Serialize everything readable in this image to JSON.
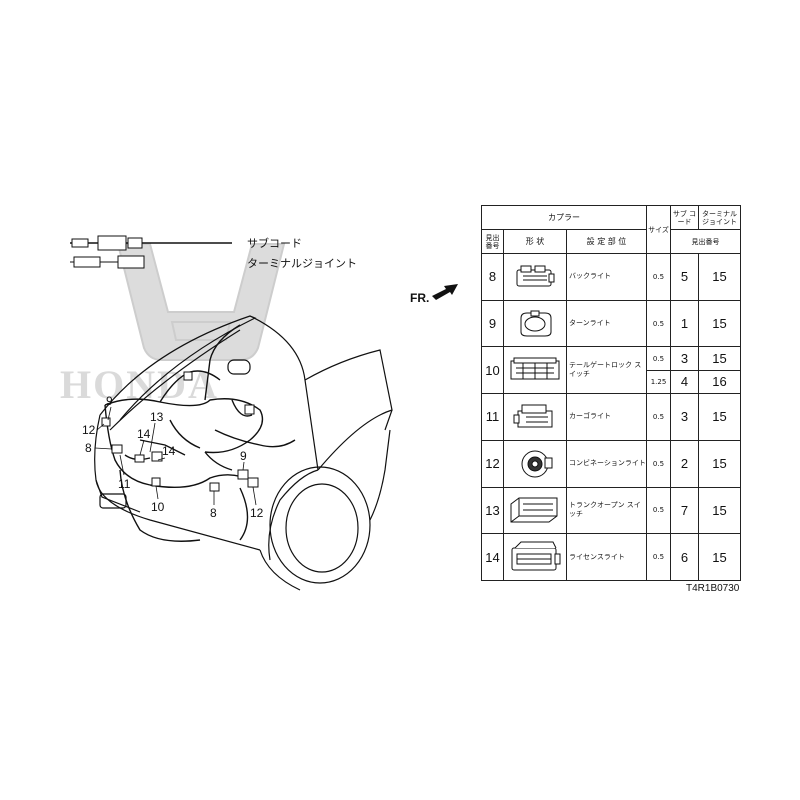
{
  "legend": {
    "sub_cord": "サブコード",
    "terminal_joint": "ターミナルジョイント"
  },
  "watermark": {
    "brand": "HONDA"
  },
  "direction_label": "FR.",
  "callouts": [
    "9",
    "12",
    "8",
    "11",
    "13",
    "14",
    "14",
    "10",
    "9",
    "8",
    "12"
  ],
  "table": {
    "header": {
      "coupler": "カプラー",
      "size": "サイズ",
      "sub_cord": "サブ コード",
      "terminal_joint": "ターミナル ジョイント",
      "ref_no": "見出 番号",
      "shape": "形 状",
      "install_location": "設 定 部 位",
      "ref_no2": "見出番号"
    },
    "rows": [
      {
        "no": "8",
        "location": "バックライト",
        "lines": [
          {
            "size": "0.5",
            "sub": "5",
            "joint": "15"
          }
        ],
        "shape_icon": "coupler-connector-icon"
      },
      {
        "no": "9",
        "location": "ターンライト",
        "lines": [
          {
            "size": "0.5",
            "sub": "1",
            "joint": "15"
          }
        ],
        "shape_icon": "round-connector-icon"
      },
      {
        "no": "10",
        "location": "テールゲートロック スイッチ",
        "lines": [
          {
            "size": "0.5",
            "sub": "3",
            "joint": "15"
          },
          {
            "size": "1.25",
            "sub": "4",
            "joint": "16"
          }
        ],
        "shape_icon": "wide-connector-icon"
      },
      {
        "no": "11",
        "location": "カーゴライト",
        "lines": [
          {
            "size": "0.5",
            "sub": "3",
            "joint": "15"
          }
        ],
        "shape_icon": "stepped-connector-icon"
      },
      {
        "no": "12",
        "location": "コンビネーションライト",
        "lines": [
          {
            "size": "0.5",
            "sub": "2",
            "joint": "15"
          }
        ],
        "shape_icon": "socket-connector-icon"
      },
      {
        "no": "13",
        "location": "トランクオープン スイッチ",
        "lines": [
          {
            "size": "0.5",
            "sub": "7",
            "joint": "15"
          }
        ],
        "shape_icon": "flat-connector-icon"
      },
      {
        "no": "14",
        "location": "ライセンスライト",
        "lines": [
          {
            "size": "0.5",
            "sub": "6",
            "joint": "15"
          }
        ],
        "shape_icon": "block-connector-icon"
      }
    ]
  },
  "part_code": "T4R1B0730"
}
